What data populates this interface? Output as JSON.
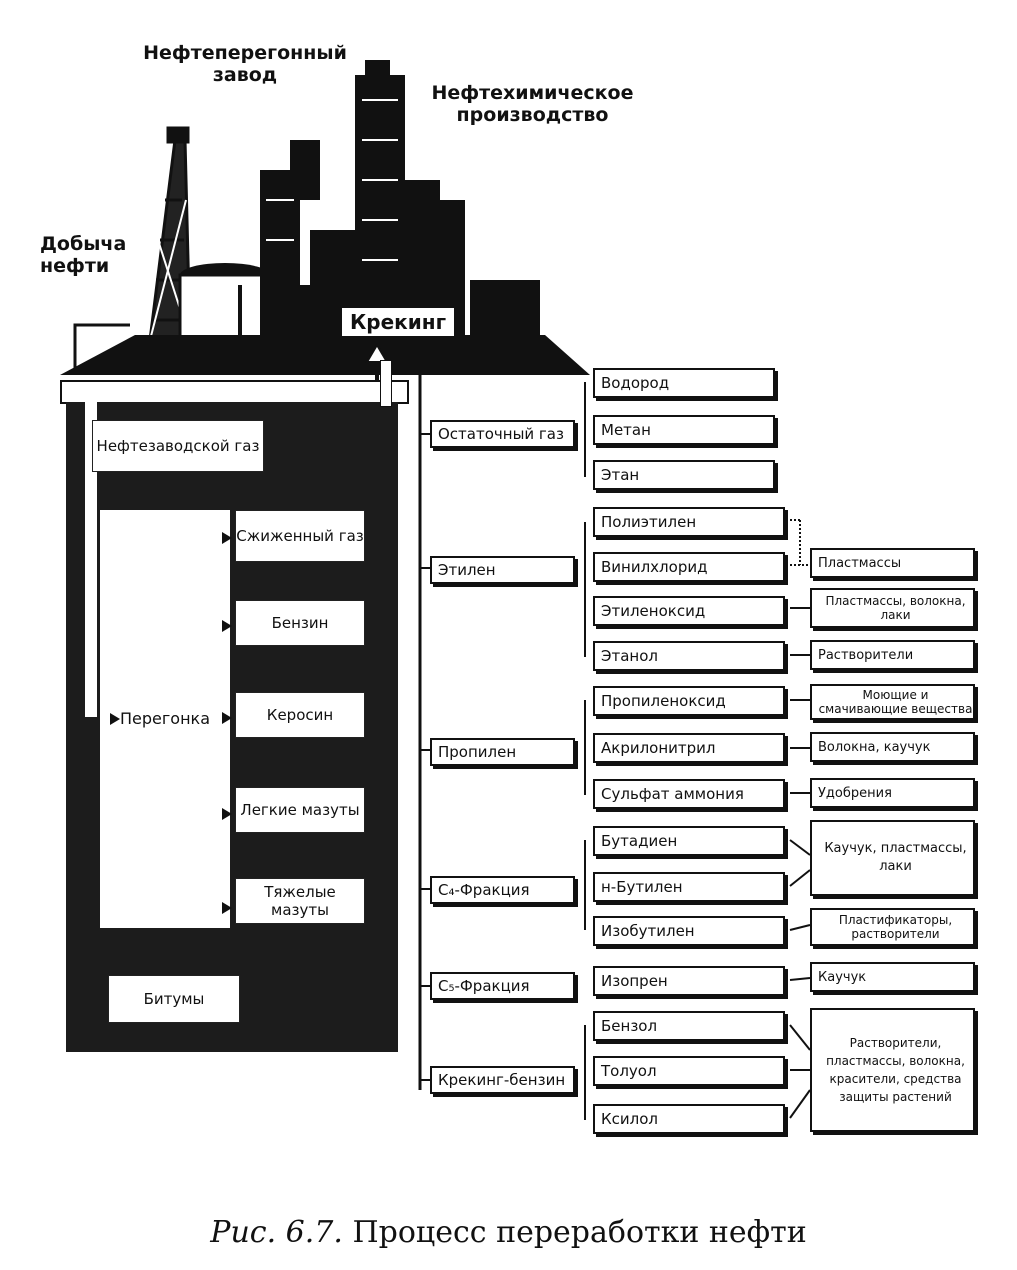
{
  "labels": {
    "refinery": "Нефтеперегонный завод",
    "oil_extraction": "Добыча нефти",
    "petrochem": "Нефтехимическое производство",
    "cracking": "Крекинг"
  },
  "column": {
    "oilfield_gas": "Нефтезаводской газ",
    "distillation": "Перегонка",
    "liquefied_gas": "Сжиженный газ",
    "gasoline": "Бензин",
    "kerosene": "Керосин",
    "light_fuel_oil": "Легкие мазуты",
    "heavy_fuel_oil": "Тяжелые мазуты",
    "bitumen": "Битумы"
  },
  "groups": [
    {
      "label": "Остаточный газ",
      "products": [
        "Водород",
        "Метан",
        "Этан"
      ],
      "uses": []
    },
    {
      "label": "Этилен",
      "products": [
        "Полиэтилен",
        "Винилхлорид",
        "Этиленоксид",
        "Этанол"
      ],
      "uses": [
        "Пластмассы",
        "Пластмассы, волокна, лаки",
        "Растворители"
      ]
    },
    {
      "label": "Пропилен",
      "products": [
        "Пропиленоксид",
        "Акрилонитрил",
        "Сульфат аммония"
      ],
      "uses": [
        "Моющие и смачивающие вещества",
        "Волокна, каучук",
        "Удобрения"
      ]
    },
    {
      "label": "C₄-Фракция",
      "products": [
        "Бутадиен",
        "н-Бутилен",
        "Изобутилен"
      ],
      "uses": [
        "Каучук, пластмассы, лаки",
        "Пластификаторы, растворители"
      ]
    },
    {
      "label": "C₅-Фракция",
      "products": [
        "Изопрен"
      ],
      "uses": [
        "Каучук"
      ]
    },
    {
      "label": "Крекинг-бензин",
      "products": [
        "Бензол",
        "Толуол",
        "Ксилол"
      ],
      "uses": [
        "Растворители, пластмассы, волокна, красители, средства защиты растений"
      ]
    }
  ],
  "caption": {
    "prefix": "Рис. 6.7.",
    "text": "Процесс переработки нефти"
  },
  "colors": {
    "ink": "#111111",
    "fill": "#1a1a1a",
    "paper": "#ffffff"
  }
}
